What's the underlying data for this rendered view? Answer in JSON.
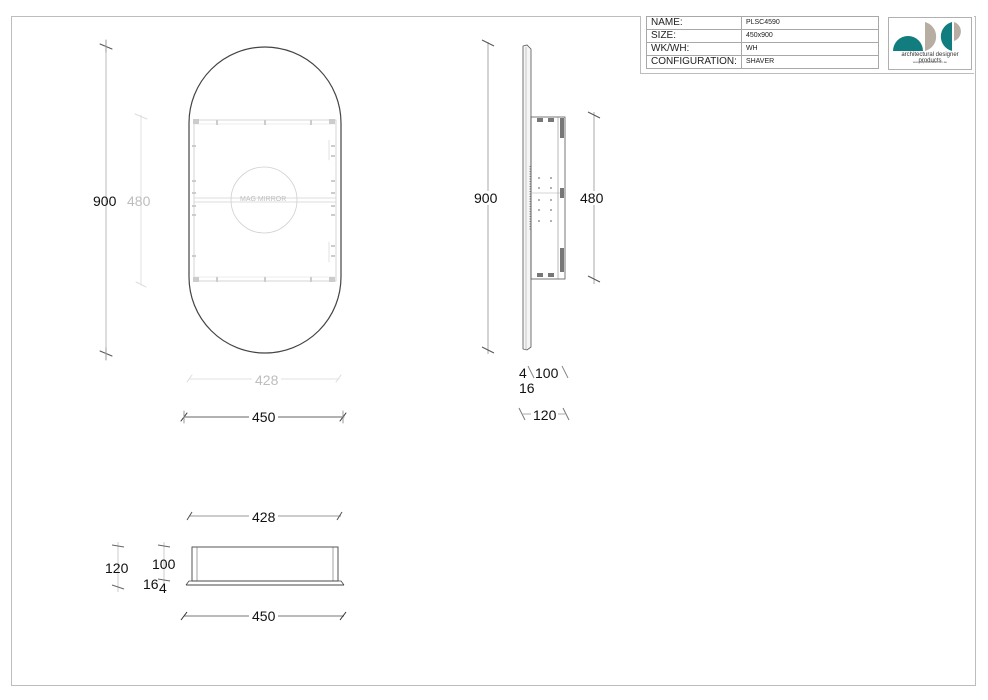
{
  "title_block": {
    "rows": [
      {
        "label": "NAME:",
        "value": "PLSC4590"
      },
      {
        "label": "SIZE:",
        "value": "450x900"
      },
      {
        "label": "WK/WH:",
        "value": "WH"
      },
      {
        "label": "CONFIGURATION:",
        "value": "SHAVER"
      }
    ],
    "logo": {
      "caption": "architectural designer products",
      "url": "www.adpaustralia.com.au",
      "colors": {
        "teal": "#127d7e",
        "taupe": "#b8ada2"
      }
    }
  },
  "front_view": {
    "height_overall": "900",
    "height_cabinet": "480",
    "width_inner": "428",
    "width_overall": "450",
    "center_label": "MAG MIRROR"
  },
  "side_view": {
    "height_overall": "900",
    "height_cabinet": "480",
    "depth_glass": "4",
    "depth_cabinet": "100",
    "depth_frame": "16",
    "depth_overall": "120"
  },
  "top_view": {
    "width_inner": "428",
    "width_overall": "450",
    "depth_overall": "120",
    "depth_cabinet": "100",
    "depth_frame": "16",
    "depth_glass": "4"
  }
}
